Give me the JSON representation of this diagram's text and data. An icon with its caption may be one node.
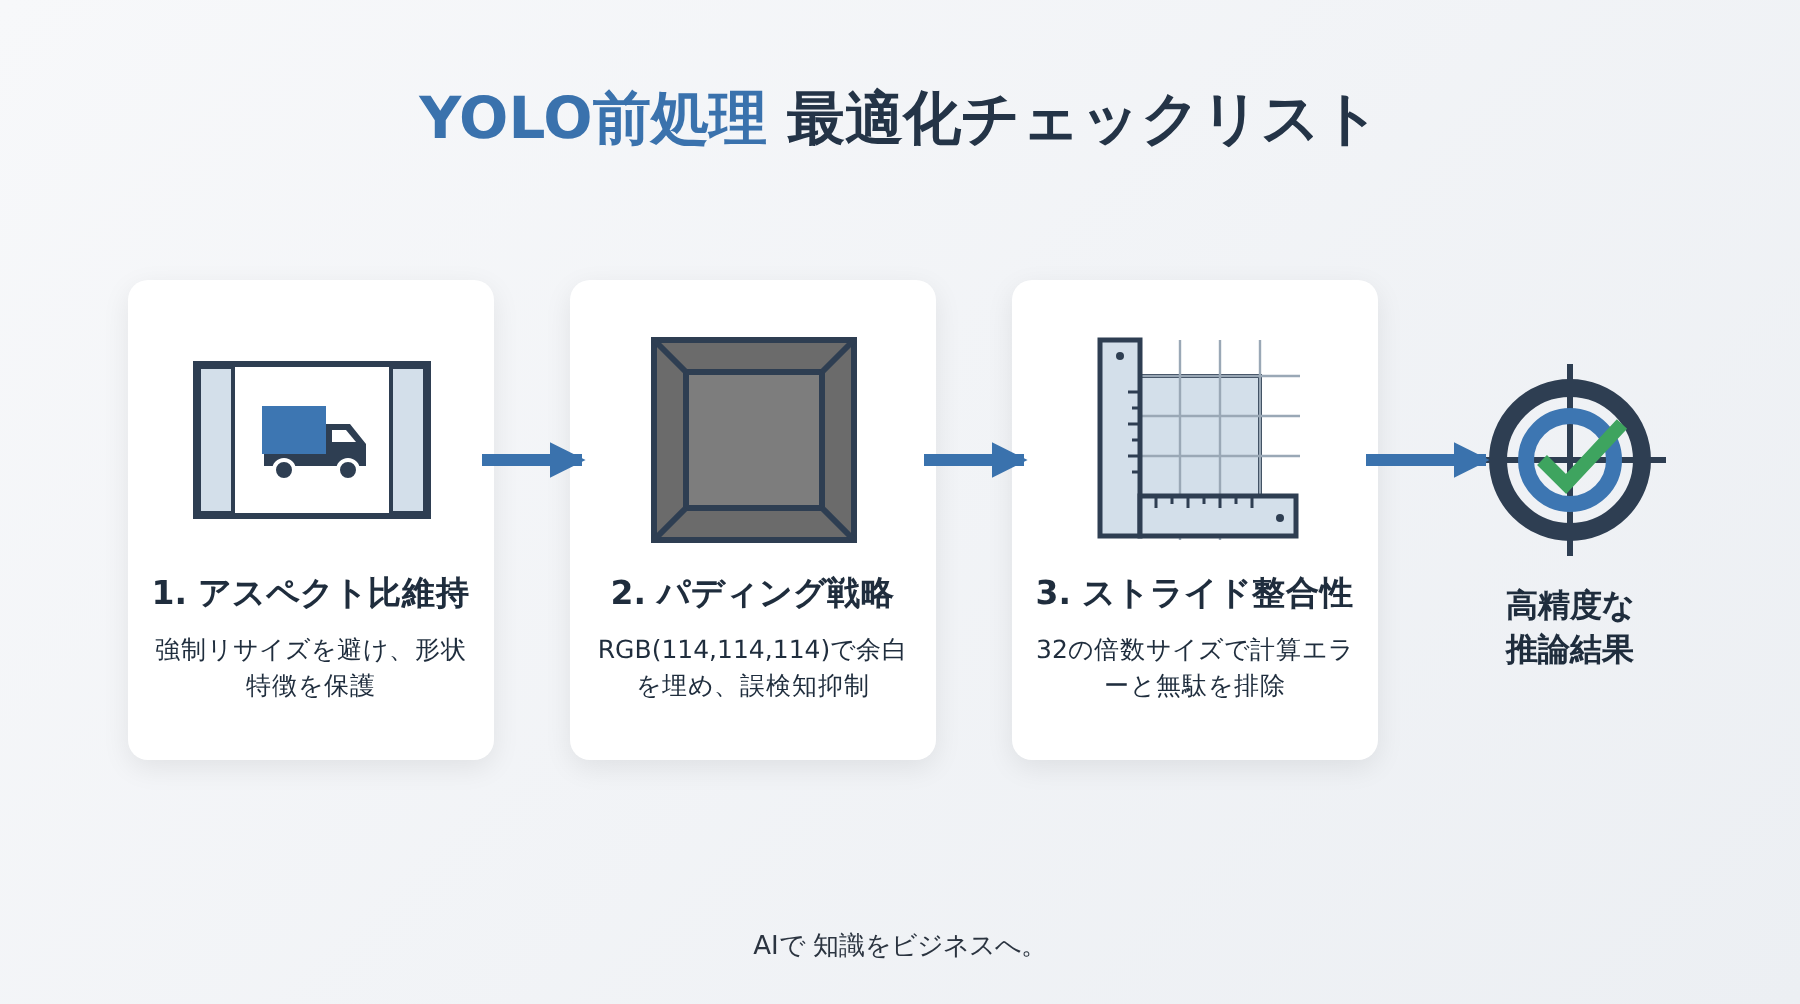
{
  "diagram": {
    "title": "*YOLO前処理* 最適化チェックリスト",
    "nodes": [
      {
        "text": [
          "1. アスペクト比維持",
          "強制リサイズを避け、形状特徴を保護"
        ]
      },
      {
        "text": [
          "2. パディング戦略",
          "RGB(114,114,114)で余白を埋め、誤検知抑制"
        ]
      },
      {
        "text": [
          "3. ストライド整合性",
          "32の倍数サイズで計算エラーと無駄を排除"
        ]
      },
      {
        "text": [
          "高精度な推論結果"
        ]
      }
    ],
    "edges": [
      {
        "from": 0,
        "to": 1,
        "arrow": "to"
      },
      {
        "from": 1,
        "to": 2,
        "arrow": "to"
      },
      {
        "from": 2,
        "to": 3,
        "arrow": "to"
      }
    ],
    "labels": [
      "AIで 知識をビジネスへ。"
    ]
  }
}
